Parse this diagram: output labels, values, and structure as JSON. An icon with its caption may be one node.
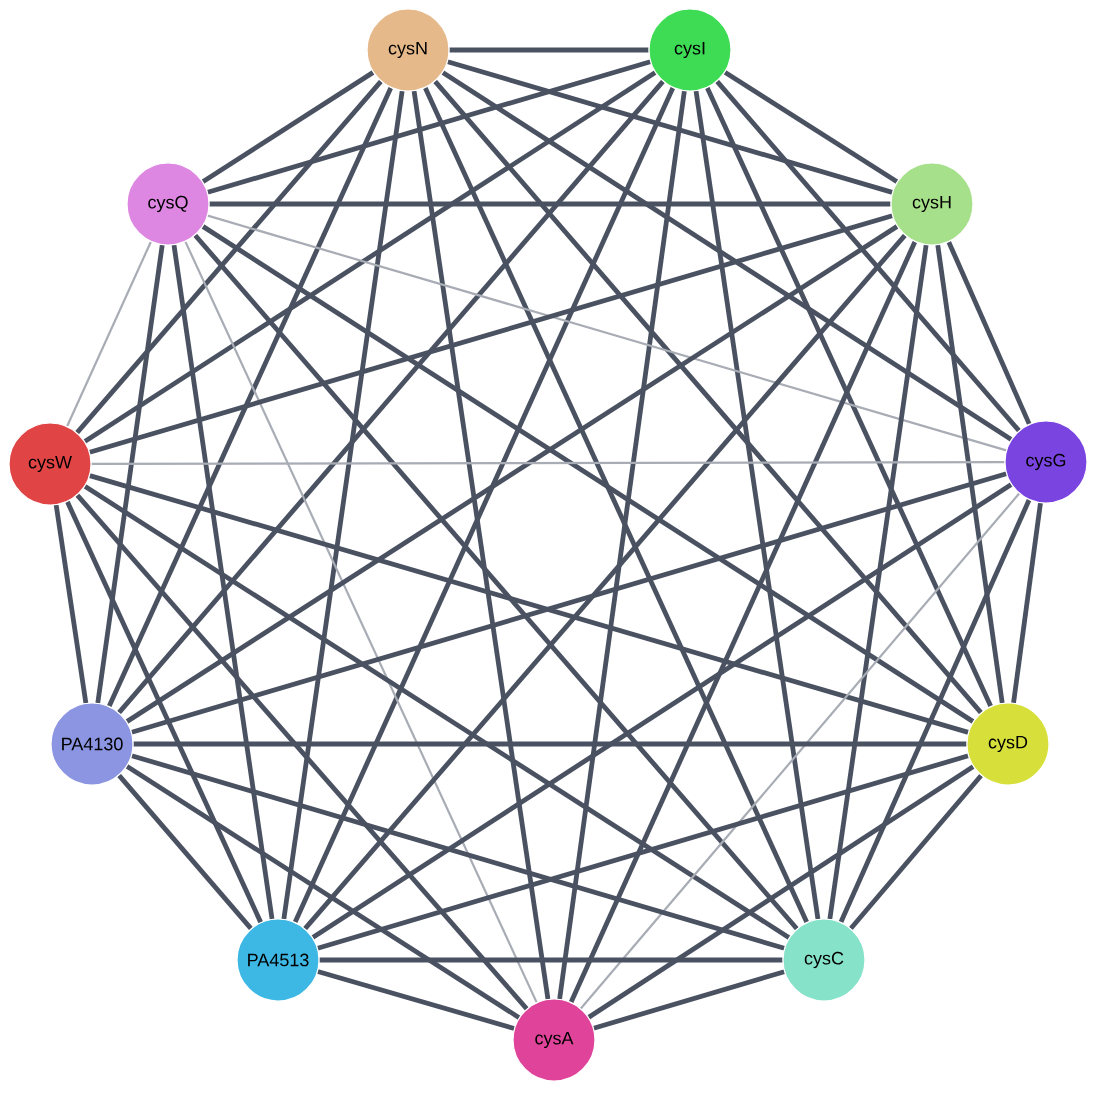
{
  "diagram": {
    "nodes": [
      {
        "text": [
          "cysN"
        ]
      },
      {
        "text": [
          "cysI"
        ]
      },
      {
        "text": [
          "cysQ"
        ]
      },
      {
        "text": [
          "cysH"
        ]
      },
      {
        "text": [
          "cysW"
        ]
      },
      {
        "text": [
          "cysG"
        ]
      },
      {
        "text": [
          "PA4130"
        ]
      },
      {
        "text": [
          "cysD"
        ]
      },
      {
        "text": [
          "PA4513"
        ]
      },
      {
        "text": [
          "cysC"
        ]
      },
      {
        "text": [
          "cysA"
        ]
      }
    ],
    "edges": [
      {
        "from": 0,
        "to": 1,
        "arrow": "none"
      },
      {
        "from": 0,
        "to": 2,
        "arrow": "none"
      },
      {
        "from": 0,
        "to": 3,
        "arrow": "none"
      },
      {
        "from": 0,
        "to": 4,
        "arrow": "none"
      },
      {
        "from": 0,
        "to": 5,
        "arrow": "none"
      },
      {
        "from": 0,
        "to": 6,
        "arrow": "none"
      },
      {
        "from": 0,
        "to": 7,
        "arrow": "none"
      },
      {
        "from": 0,
        "to": 8,
        "arrow": "none"
      },
      {
        "from": 0,
        "to": 9,
        "arrow": "none"
      },
      {
        "from": 0,
        "to": 10,
        "arrow": "none"
      },
      {
        "from": 1,
        "to": 2,
        "arrow": "none"
      },
      {
        "from": 1,
        "to": 3,
        "arrow": "none"
      },
      {
        "from": 1,
        "to": 4,
        "arrow": "none"
      },
      {
        "from": 1,
        "to": 5,
        "arrow": "none"
      },
      {
        "from": 1,
        "to": 6,
        "arrow": "none"
      },
      {
        "from": 1,
        "to": 7,
        "arrow": "none"
      },
      {
        "from": 1,
        "to": 8,
        "arrow": "none"
      },
      {
        "from": 1,
        "to": 9,
        "arrow": "none"
      },
      {
        "from": 1,
        "to": 10,
        "arrow": "none"
      },
      {
        "from": 2,
        "to": 3,
        "arrow": "none"
      },
      {
        "from": 2,
        "to": 4,
        "arrow": "none",
        "color": "#a8acb4"
      },
      {
        "from": 2,
        "to": 5,
        "arrow": "none",
        "color": "#a8acb4"
      },
      {
        "from": 2,
        "to": 6,
        "arrow": "none"
      },
      {
        "from": 2,
        "to": 7,
        "arrow": "none"
      },
      {
        "from": 2,
        "to": 8,
        "arrow": "none"
      },
      {
        "from": 2,
        "to": 9,
        "arrow": "none"
      },
      {
        "from": 2,
        "to": 10,
        "arrow": "none",
        "color": "#a8acb4"
      },
      {
        "from": 3,
        "to": 4,
        "arrow": "none"
      },
      {
        "from": 3,
        "to": 5,
        "arrow": "none"
      },
      {
        "from": 3,
        "to": 6,
        "arrow": "none"
      },
      {
        "from": 3,
        "to": 7,
        "arrow": "none"
      },
      {
        "from": 3,
        "to": 8,
        "arrow": "none"
      },
      {
        "from": 3,
        "to": 9,
        "arrow": "none"
      },
      {
        "from": 3,
        "to": 10,
        "arrow": "none"
      },
      {
        "from": 4,
        "to": 5,
        "arrow": "none",
        "color": "#a8acb4"
      },
      {
        "from": 4,
        "to": 6,
        "arrow": "none"
      },
      {
        "from": 4,
        "to": 7,
        "arrow": "none"
      },
      {
        "from": 4,
        "to": 8,
        "arrow": "none"
      },
      {
        "from": 4,
        "to": 9,
        "arrow": "none"
      },
      {
        "from": 4,
        "to": 10,
        "arrow": "none"
      },
      {
        "from": 5,
        "to": 6,
        "arrow": "none"
      },
      {
        "from": 5,
        "to": 7,
        "arrow": "none"
      },
      {
        "from": 5,
        "to": 8,
        "arrow": "none"
      },
      {
        "from": 5,
        "to": 9,
        "arrow": "none"
      },
      {
        "from": 5,
        "to": 10,
        "arrow": "none",
        "color": "#a8acb4"
      },
      {
        "from": 6,
        "to": 7,
        "arrow": "none"
      },
      {
        "from": 6,
        "to": 8,
        "arrow": "none"
      },
      {
        "from": 6,
        "to": 9,
        "arrow": "none"
      },
      {
        "from": 6,
        "to": 10,
        "arrow": "none"
      },
      {
        "from": 7,
        "to": 8,
        "arrow": "none"
      },
      {
        "from": 7,
        "to": 9,
        "arrow": "none"
      },
      {
        "from": 7,
        "to": 10,
        "arrow": "none"
      },
      {
        "from": 8,
        "to": 9,
        "arrow": "none"
      },
      {
        "from": 8,
        "to": 10,
        "arrow": "none"
      },
      {
        "from": 9,
        "to": 10,
        "arrow": "none"
      }
    ]
  }
}
